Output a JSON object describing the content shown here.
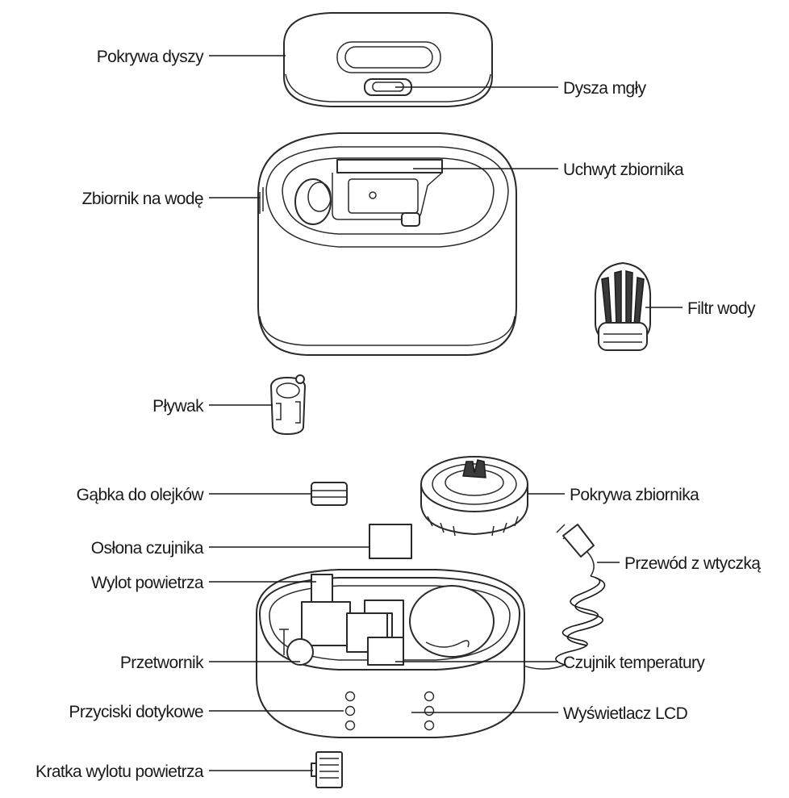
{
  "labels": {
    "nozzle_cover": "Pokrywa dyszy",
    "mist_nozzle": "Dysza mgły",
    "tank_handle": "Uchwyt zbiornika",
    "water_tank": "Zbiornik na wodę",
    "water_filter": "Filtr wody",
    "float": "Pływak",
    "oil_sponge": "Gąbka do olejków",
    "tank_cap": "Pokrywa zbiornika",
    "sensor_cover": "Osłona czujnika",
    "power_cord": "Przewód z wtyczką",
    "air_outlet": "Wylot powietrza",
    "transducer": "Przetwornik",
    "temperature_sensor": "Czujnik temperatury",
    "touch_buttons": "Przyciski dotykowe",
    "lcd_display": "Wyświetlacz LCD",
    "air_outlet_grille": "Kratka wylotu powietrza"
  }
}
